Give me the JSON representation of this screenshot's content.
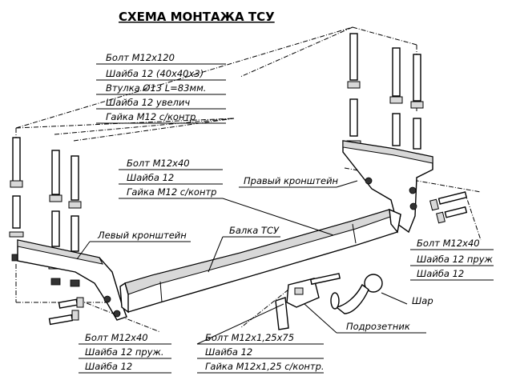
{
  "title": "СХЕМА МОНТАЖА ТСУ",
  "labels": {
    "top_kit": {
      "bolt": "Болт М12х120",
      "washer": "Шайба 12  (40х40х3)",
      "sleeve": "Втулка Ø13 L=83мм.",
      "washer_big": "Шайба 12 увелич",
      "nut": "Гайка М12 с/контр"
    },
    "mid_kit": {
      "bolt": "Болт М12х40",
      "washer": "Шайба 12",
      "nut": "Гайка М12 с/контр"
    },
    "right_bracket": "Правый кронштейн",
    "left_bracket": "Левый кронштейн",
    "beam": "Балка ТСУ",
    "right_kit": {
      "bolt": "Болт М12х40",
      "washer_spring": "Шайба 12 пруж",
      "washer": "Шайба 12"
    },
    "ball": "Шар",
    "socket_plate": "Подрозетник",
    "bottom_left_kit": {
      "bolt": "Болт М12х40",
      "washer_spring": "Шайба 12 пруж.",
      "washer": "Шайба 12"
    },
    "bottom_mid_kit": {
      "bolt": "Болт М12х1,25х75",
      "washer": "Шайба 12",
      "nut": "Гайка М12х1,25 с/контр."
    }
  }
}
